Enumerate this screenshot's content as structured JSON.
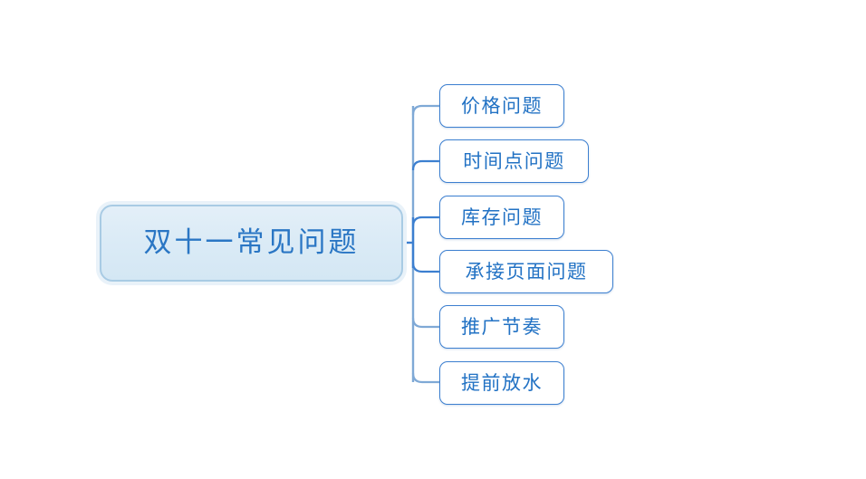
{
  "diagram": {
    "type": "mind-map",
    "orientation": "left-root-right-children",
    "background_color": "#ffffff",
    "root": {
      "label": "双十一常见问题",
      "fill_color": "#dbebf6",
      "border_color": "#a8cbe4",
      "text_color": "#2a76c4",
      "glow_color": "#e9f2f9"
    },
    "children": [
      {
        "label": "价格问题"
      },
      {
        "label": "时间点问题"
      },
      {
        "label": "库存问题"
      },
      {
        "label": "承接页面问题"
      },
      {
        "label": "推广节奏"
      },
      {
        "label": "提前放水"
      }
    ],
    "child_style": {
      "fill_color": "#ffffff",
      "border_color": "#3c7fd0",
      "text_color": "#2272c4"
    },
    "connector": {
      "color": "#3c7fd0",
      "trunk_color": "#7fa9d6",
      "width": 2
    }
  }
}
